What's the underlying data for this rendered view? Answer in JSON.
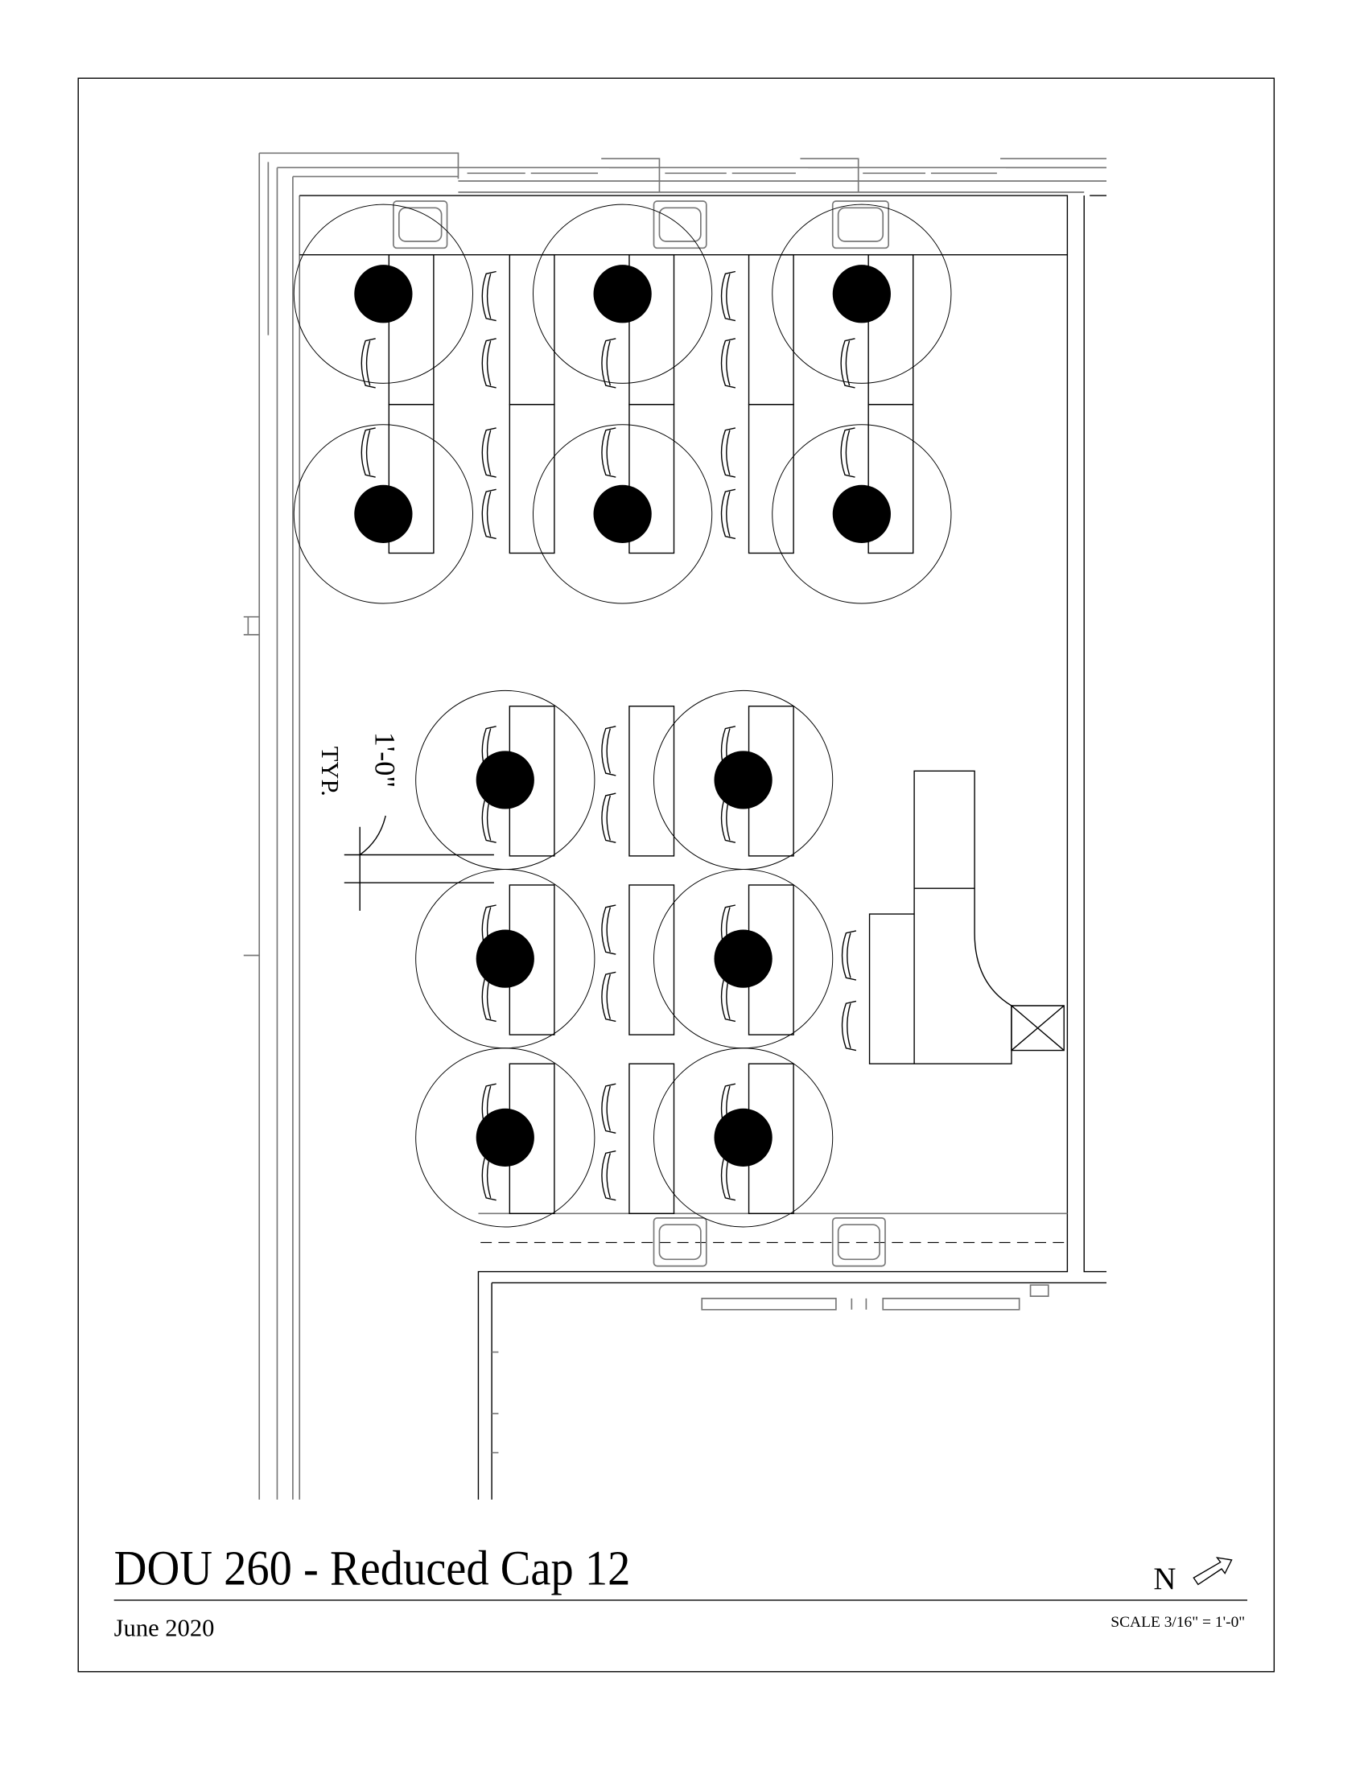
{
  "title": "DOU 260 - Reduced Cap 12",
  "date": "June 2020",
  "scale": "SCALE 3/16\" = 1'-0\"",
  "north_label": "N",
  "dimension": {
    "value": "1'-0\"",
    "note": "TYP."
  },
  "seat_count": 12,
  "icons": {
    "north": "north-arrow-icon",
    "seat": "occupied-seat-dot",
    "distance": "distancing-circle"
  }
}
